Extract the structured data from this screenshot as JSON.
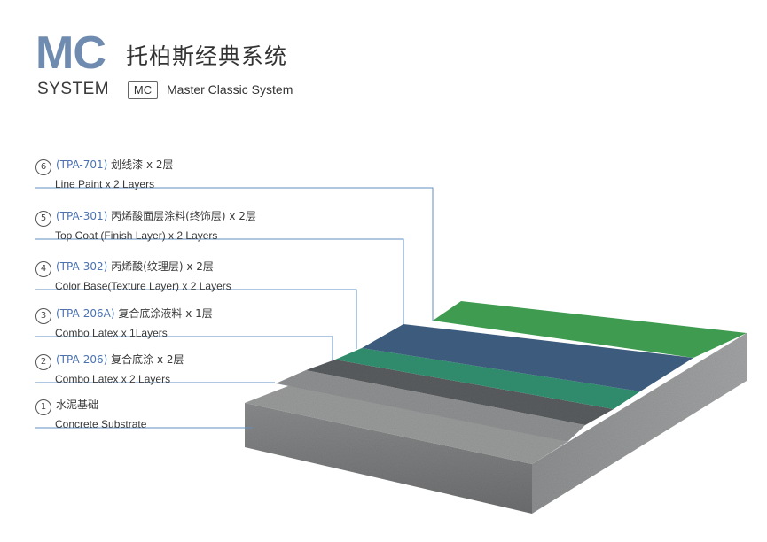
{
  "header": {
    "logo_mc": "MC",
    "logo_system": "SYSTEM",
    "title_cn": "托柏斯经典系统",
    "badge": "MC",
    "title_en": "Master Classic System"
  },
  "layers": [
    {
      "num": "6",
      "code": "(TPA-701)",
      "name_cn": "划线漆 x 2层",
      "name_en": "Line Paint x 2 Layers",
      "color": "#3e9a4e"
    },
    {
      "num": "5",
      "code": "(TPA-301)",
      "name_cn": "丙烯酸面层涂料(终饰层) x 2层",
      "name_en": "Top Coat  (Finish Layer) x 2 Layers",
      "color": "#3f5e7e"
    },
    {
      "num": "4",
      "code": "(TPA-302)",
      "name_cn": "丙烯酸(纹理层) x 2层",
      "name_en": "Color Base(Texture Layer) x 2 Layers",
      "color": "#2d8a6a"
    },
    {
      "num": "3",
      "code": "(TPA-206A)",
      "name_cn": "复合底涂液料 x 1层",
      "name_en": "Combo Latex x 1Layers",
      "color": "#55585a"
    },
    {
      "num": "2",
      "code": "(TPA-206)",
      "name_cn": "复合底涂 x 2层",
      "name_en": "Combo Latex x 2 Layers",
      "color": "#8d8f90"
    },
    {
      "num": "1",
      "code": "",
      "name_cn": "水泥基础",
      "name_en": "Concrete Substrate",
      "color": "#7b7c7d"
    }
  ],
  "colors": {
    "leader_line": "#5f8fc0",
    "logo_blue": "#6f8cb0",
    "code_blue": "#4a72b0"
  }
}
